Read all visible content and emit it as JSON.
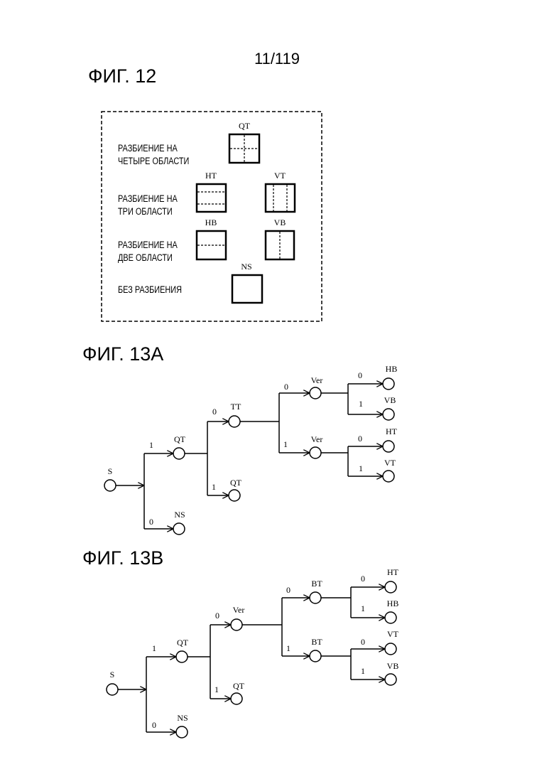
{
  "page_number": "11/119",
  "fig12": {
    "title": "ФИГ. 12",
    "rows": [
      {
        "line1": "РАЗБИЕНИЕ НА",
        "line2": "ЧЕТЫРЕ ОБЛАСТИ"
      },
      {
        "line1": "РАЗБИЕНИЕ НА",
        "line2": "ТРИ ОБЛАСТИ"
      },
      {
        "line1": "РАЗБИЕНИЕ НА",
        "line2": "ДВЕ ОБЛАСТИ"
      },
      {
        "line1": "БЕЗ РАЗБИЕНИЯ"
      }
    ],
    "icons": {
      "qt": "QT",
      "ht": "HT",
      "vt": "VT",
      "hb": "HB",
      "vb": "VB",
      "ns": "NS"
    }
  },
  "fig13a": {
    "title": "ФИГ. 13A",
    "nodes": {
      "root": "S",
      "qt": "QT",
      "ns": "NS",
      "tt": "TT",
      "qt2": "QT",
      "ver1": "Ver",
      "ver2": "Ver",
      "hb": "HB",
      "vb": "VB",
      "ht": "HT",
      "vt": "VT"
    },
    "edges": {
      "s_qt": "1",
      "s_ns": "0",
      "qt_tt": "0",
      "qt_qt": "1",
      "tt_ver1": "0",
      "tt_ver2": "1",
      "ver1_hb": "0",
      "ver1_vb": "1",
      "ver2_ht": "0",
      "ver2_vt": "1"
    }
  },
  "fig13b": {
    "title": "ФИГ. 13B",
    "nodes": {
      "root": "S",
      "qt": "QT",
      "ns": "NS",
      "ver": "Ver",
      "qt2": "QT",
      "bt1": "BT",
      "bt2": "BT",
      "ht": "HT",
      "hb": "HB",
      "vt": "VT",
      "vb": "VB"
    },
    "edges": {
      "s_qt": "1",
      "s_ns": "0",
      "qt_ver": "0",
      "qt_qt": "1",
      "ver_bt1": "0",
      "ver_bt2": "1",
      "bt1_ht": "0",
      "bt1_hb": "1",
      "bt2_vt": "0",
      "bt2_vb": "1"
    }
  }
}
